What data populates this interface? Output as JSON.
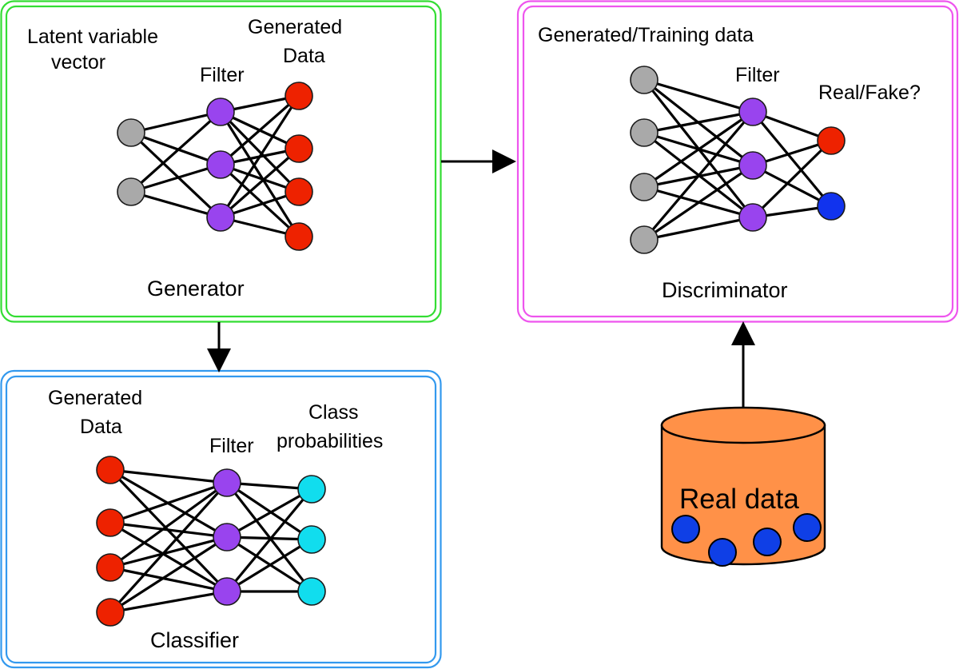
{
  "colors": {
    "generator_border": "#33dd33",
    "classifier_border": "#3399ee",
    "discriminator_border": "#ee55ee",
    "latent_node": "#a9a9a9",
    "data_node": "#ee2200",
    "filter_node": "#9944ee",
    "class_node": "#11ddee",
    "fake_node": "#1133ee",
    "cylinder_fill": "#ff9148",
    "real_point": "#0f3fe6"
  },
  "generator": {
    "title": "Generator",
    "latent_label_1": "Latent variable",
    "latent_label_2": "vector",
    "filter_label": "Filter",
    "output_label_1": "Generated",
    "output_label_2": "Data"
  },
  "classifier": {
    "title": "Classifier",
    "input_label_1": "Generated",
    "input_label_2": "Data",
    "filter_label": "Filter",
    "output_label_1": "Class",
    "output_label_2": "probabilities"
  },
  "discriminator": {
    "title": "Discriminator",
    "input_label": "Generated/Training data",
    "filter_label": "Filter",
    "output_label": "Real/Fake?"
  },
  "real_data": {
    "label": "Real data"
  }
}
